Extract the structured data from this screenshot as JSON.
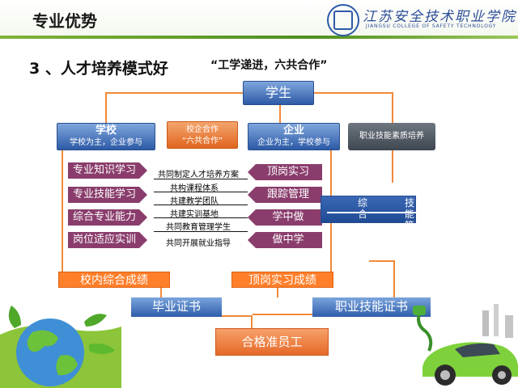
{
  "header": {
    "title": "专业优势",
    "school_name": "江苏安全技术职业学院",
    "school_name_en": "JIANGSU COLLEGE OF SAFETY TECHNOLOGY"
  },
  "heading": {
    "main": "3 、人才培养模式好",
    "sub": "“工学递进，六共合作”"
  },
  "nodes": {
    "student": "学生",
    "school_title": "学校",
    "school_sub": "学校为主，企业参与",
    "coop_title": "校企合作",
    "coop_sub": "“六共合作”",
    "enterprise_title": "企业",
    "enterprise_sub": "企业为主，学校参与",
    "skill_training": "职业技能素质培养",
    "comprehensive": "综合",
    "skill_level": "技能等",
    "campus_score": "校内综合成绩",
    "internship_score": "顶岗实习成绩",
    "diploma": "毕业证书",
    "skill_cert": "职业技能证书",
    "qualified_employee": "合格准员工"
  },
  "school_items": [
    "专业知识学习",
    "专业技能学习",
    "综合专业能力",
    "岗位适应实训"
  ],
  "enterprise_items": [
    "顶岗实习",
    "跟踪管理",
    "学中做",
    "做中学"
  ],
  "six_cooperations": [
    "共同制定人才培养方案",
    "共构课程体系",
    "共建教学团队",
    "共建实训基地",
    "共同教育管理学生",
    "共同开展就业指导"
  ],
  "colors": {
    "accent_blue": "#2d5aa6",
    "accent_orange": "#e0661f",
    "item_purple": "#8a3d6c",
    "header_green": "#4f8f1d"
  }
}
